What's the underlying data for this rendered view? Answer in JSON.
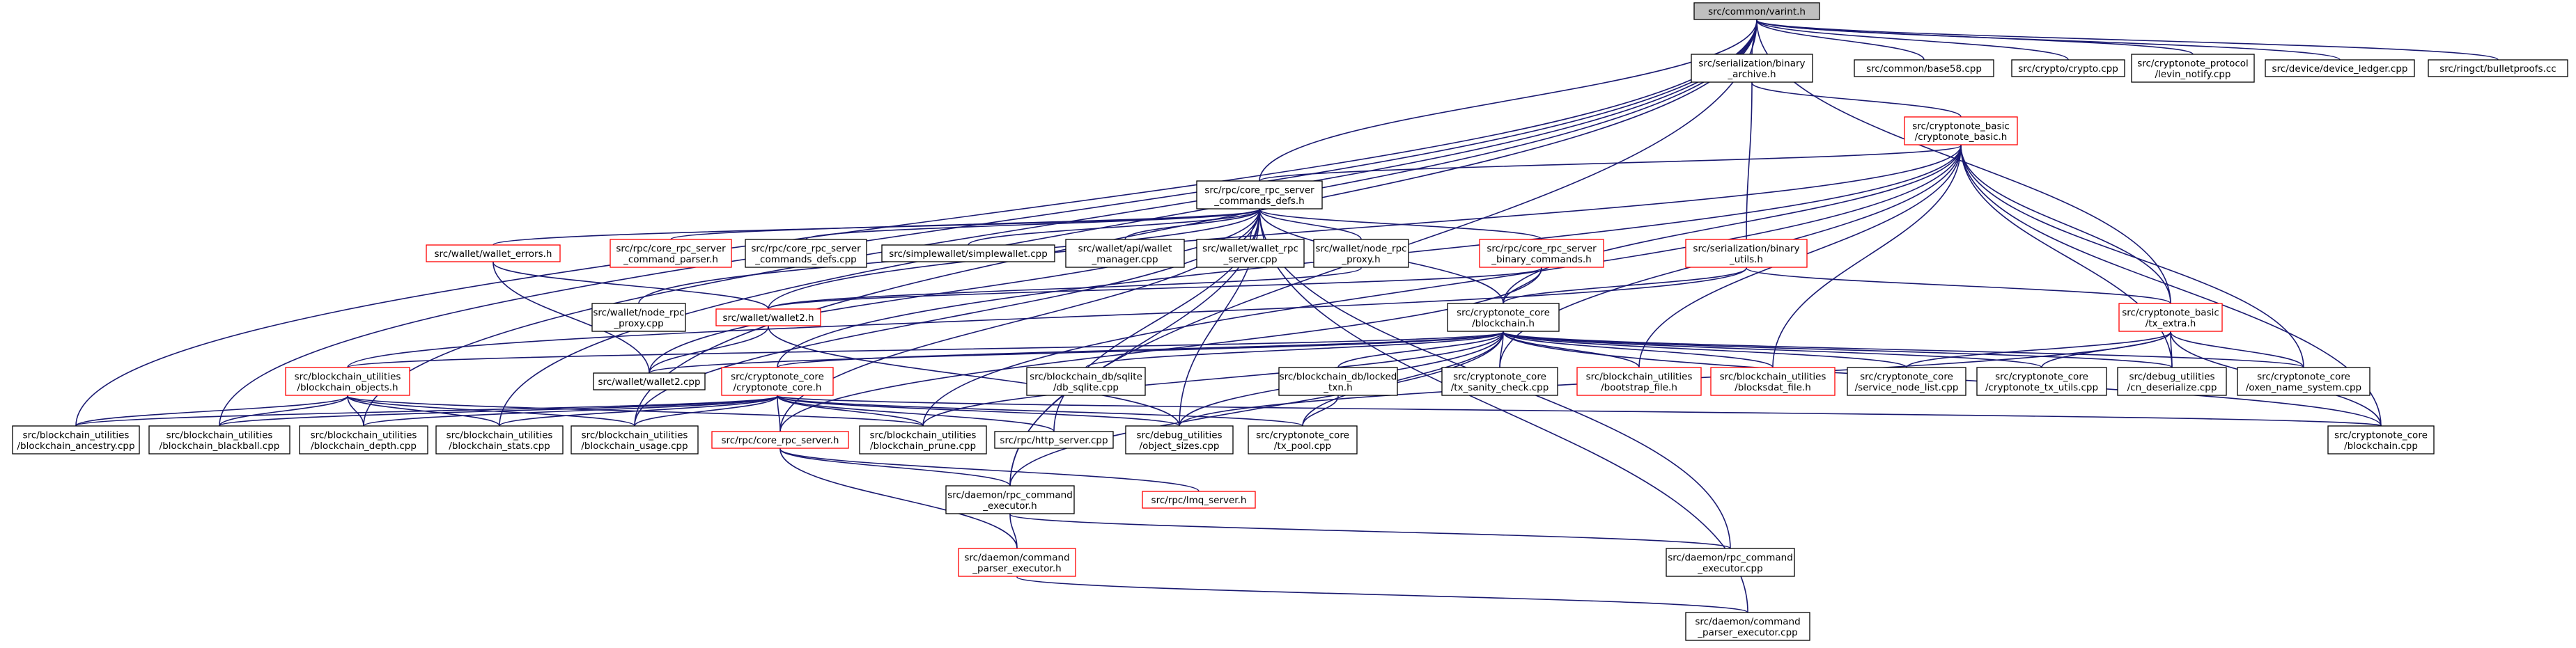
{
  "colors": {
    "edge": "#191970",
    "box_border_default": "#000000",
    "box_border_truncated": "#ff0000",
    "root_fill": "#bfbfbf",
    "box_fill": "#ffffff"
  },
  "nodes": [
    {
      "id": "varint",
      "lines": [
        "src/common/varint.h"
      ],
      "style": "root"
    },
    {
      "id": "ser_archive",
      "lines": [
        "src/serialization/binary",
        "_archive.h"
      ],
      "style": "normal"
    },
    {
      "id": "base58",
      "lines": [
        "src/common/base58.cpp"
      ],
      "style": "normal"
    },
    {
      "id": "crypto",
      "lines": [
        "src/crypto/crypto.cpp"
      ],
      "style": "normal"
    },
    {
      "id": "levin",
      "lines": [
        "src/cryptonote_protocol",
        "/levin_notify.cpp"
      ],
      "style": "normal"
    },
    {
      "id": "device_ledger",
      "lines": [
        "src/device/device_ledger.cpp"
      ],
      "style": "normal"
    },
    {
      "id": "bulletproofs",
      "lines": [
        "src/ringct/bulletproofs.cc"
      ],
      "style": "normal"
    },
    {
      "id": "cn_basic",
      "lines": [
        "src/cryptonote_basic",
        "/cryptonote_basic.h"
      ],
      "style": "truncated"
    },
    {
      "id": "rpc_defs",
      "lines": [
        "src/rpc/core_rpc_server",
        "_commands_defs.h"
      ],
      "style": "normal"
    },
    {
      "id": "wallet_errors",
      "lines": [
        "src/wallet/wallet_errors.h"
      ],
      "style": "truncated"
    },
    {
      "id": "cmd_parser",
      "lines": [
        "src/rpc/core_rpc_server",
        "_command_parser.h"
      ],
      "style": "truncated"
    },
    {
      "id": "defs_cpp",
      "lines": [
        "src/rpc/core_rpc_server",
        "_commands_defs.cpp"
      ],
      "style": "normal"
    },
    {
      "id": "simplewallet",
      "lines": [
        "src/simplewallet/simplewallet.cpp"
      ],
      "style": "normal"
    },
    {
      "id": "api_wallet_mgr",
      "lines": [
        "src/wallet/api/wallet",
        "_manager.cpp"
      ],
      "style": "normal"
    },
    {
      "id": "wallet_rpc_srv",
      "lines": [
        "src/wallet/wallet_rpc",
        "_server.cpp"
      ],
      "style": "normal"
    },
    {
      "id": "node_rpc_proxy_h",
      "lines": [
        "src/wallet/node_rpc",
        "_proxy.h"
      ],
      "style": "normal"
    },
    {
      "id": "binary_cmds",
      "lines": [
        "src/rpc/core_rpc_server",
        "_binary_commands.h"
      ],
      "style": "truncated"
    },
    {
      "id": "ser_utils",
      "lines": [
        "src/serialization/binary",
        "_utils.h"
      ],
      "style": "truncated"
    },
    {
      "id": "node_rpc_proxy_cpp",
      "lines": [
        "src/wallet/node_rpc",
        "_proxy.cpp"
      ],
      "style": "normal"
    },
    {
      "id": "wallet2_h",
      "lines": [
        "src/wallet/wallet2.h"
      ],
      "style": "truncated"
    },
    {
      "id": "cn_blockchain_h",
      "lines": [
        "src/cryptonote_core",
        "/blockchain.h"
      ],
      "style": "normal"
    },
    {
      "id": "tx_extra",
      "lines": [
        "src/cryptonote_basic",
        "/tx_extra.h"
      ],
      "style": "truncated"
    },
    {
      "id": "bcu_objects",
      "lines": [
        "src/blockchain_utilities",
        "/blockchain_objects.h"
      ],
      "style": "truncated"
    },
    {
      "id": "wallet2_cpp",
      "lines": [
        "src/wallet/wallet2.cpp"
      ],
      "style": "normal"
    },
    {
      "id": "cn_core_h",
      "lines": [
        "src/cryptonote_core",
        "/cryptonote_core.h"
      ],
      "style": "truncated"
    },
    {
      "id": "sqlite",
      "lines": [
        "src/blockchain_db/sqlite",
        "/db_sqlite.cpp"
      ],
      "style": "normal"
    },
    {
      "id": "locked_txn",
      "lines": [
        "src/blockchain_db/locked",
        "_txn.h"
      ],
      "style": "normal"
    },
    {
      "id": "tx_sanity",
      "lines": [
        "src/cryptonote_core",
        "/tx_sanity_check.cpp"
      ],
      "style": "normal"
    },
    {
      "id": "bootstrap",
      "lines": [
        "src/blockchain_utilities",
        "/bootstrap_file.h"
      ],
      "style": "truncated"
    },
    {
      "id": "blocksdat",
      "lines": [
        "src/blockchain_utilities",
        "/blocksdat_file.h"
      ],
      "style": "truncated"
    },
    {
      "id": "sn_list",
      "lines": [
        "src/cryptonote_core",
        "/service_node_list.cpp"
      ],
      "style": "normal"
    },
    {
      "id": "tx_utils",
      "lines": [
        "src/cryptonote_core",
        "/cryptonote_tx_utils.cpp"
      ],
      "style": "normal"
    },
    {
      "id": "cn_deser",
      "lines": [
        "src/debug_utilities",
        "/cn_deserialize.cpp"
      ],
      "style": "normal"
    },
    {
      "id": "oxen_name",
      "lines": [
        "src/cryptonote_core",
        "/oxen_name_system.cpp"
      ],
      "style": "normal"
    },
    {
      "id": "bc_ancestry",
      "lines": [
        "src/blockchain_utilities",
        "/blockchain_ancestry.cpp"
      ],
      "style": "normal"
    },
    {
      "id": "bc_blackball",
      "lines": [
        "src/blockchain_utilities",
        "/blockchain_blackball.cpp"
      ],
      "style": "normal"
    },
    {
      "id": "bc_depth",
      "lines": [
        "src/blockchain_utilities",
        "/blockchain_depth.cpp"
      ],
      "style": "normal"
    },
    {
      "id": "bc_stats",
      "lines": [
        "src/blockchain_utilities",
        "/blockchain_stats.cpp"
      ],
      "style": "normal"
    },
    {
      "id": "bc_usage",
      "lines": [
        "src/blockchain_utilities",
        "/blockchain_usage.cpp"
      ],
      "style": "normal"
    },
    {
      "id": "rpc_server_h",
      "lines": [
        "src/rpc/core_rpc_server.h"
      ],
      "style": "truncated"
    },
    {
      "id": "bc_prune",
      "lines": [
        "src/blockchain_utilities",
        "/blockchain_prune.cpp"
      ],
      "style": "normal"
    },
    {
      "id": "http_server",
      "lines": [
        "src/rpc/http_server.cpp"
      ],
      "style": "normal"
    },
    {
      "id": "obj_sizes",
      "lines": [
        "src/debug_utilities",
        "/object_sizes.cpp"
      ],
      "style": "normal"
    },
    {
      "id": "tx_pool",
      "lines": [
        "src/cryptonote_core",
        "/tx_pool.cpp"
      ],
      "style": "normal"
    },
    {
      "id": "blockchain_cpp",
      "lines": [
        "src/cryptonote_core",
        "/blockchain.cpp"
      ],
      "style": "normal"
    },
    {
      "id": "rpc_cmd_exec_h",
      "lines": [
        "src/daemon/rpc_command",
        "_executor.h"
      ],
      "style": "normal"
    },
    {
      "id": "lmq_server",
      "lines": [
        "src/rpc/lmq_server.h"
      ],
      "style": "truncated"
    },
    {
      "id": "cmd_parser_exec_h",
      "lines": [
        "src/daemon/command",
        "_parser_executor.h"
      ],
      "style": "truncated"
    },
    {
      "id": "rpc_cmd_exec_cpp",
      "lines": [
        "src/daemon/rpc_command",
        "_executor.cpp"
      ],
      "style": "normal"
    },
    {
      "id": "cmd_parser_exec_cpp",
      "lines": [
        "src/daemon/command",
        "_parser_executor.cpp"
      ],
      "style": "normal"
    }
  ]
}
